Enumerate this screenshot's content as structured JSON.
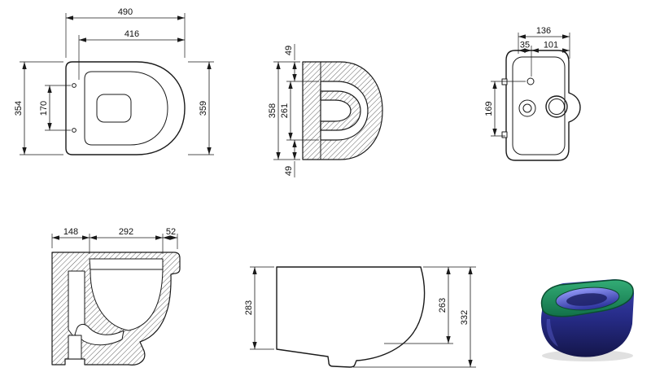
{
  "figure": {
    "type": "technical-drawing",
    "subject": "wall-hung toilet dimensional drawing",
    "background": "#ffffff"
  },
  "views": {
    "top_view": {
      "label": "top-view",
      "dims": {
        "overall_width": "490",
        "inner_width": "416",
        "left_height": "354",
        "hole_spacing": "170",
        "right_height": "359"
      }
    },
    "horizontal_section": {
      "label": "horizontal-section",
      "dims": {
        "top_wall": "49",
        "overall_height": "358",
        "inner_height": "261",
        "bottom_wall": "49"
      }
    },
    "rear_view": {
      "label": "rear-view",
      "dims": {
        "overall_width": "136",
        "offset_left": "35",
        "offset_right": "101",
        "vertical_spacing": "169"
      }
    },
    "side_section": {
      "label": "side-section",
      "dims": {
        "back_depth": "148",
        "bowl_depth": "292",
        "front_rim": "52"
      }
    },
    "side_view": {
      "label": "side-profile",
      "dims": {
        "left_height": "283",
        "right_height": "263",
        "overall_height": "332"
      }
    },
    "render_3d": {
      "label": "3d-render",
      "colors": {
        "rim_green": "#2aa06b",
        "rim_green_dark": "#0b4e31",
        "body_blue": "#2b2f96",
        "body_blue_dark": "#14164a",
        "bowl_highlight": "#8a8ef5",
        "bowl_dark": "#1d2166"
      }
    }
  }
}
